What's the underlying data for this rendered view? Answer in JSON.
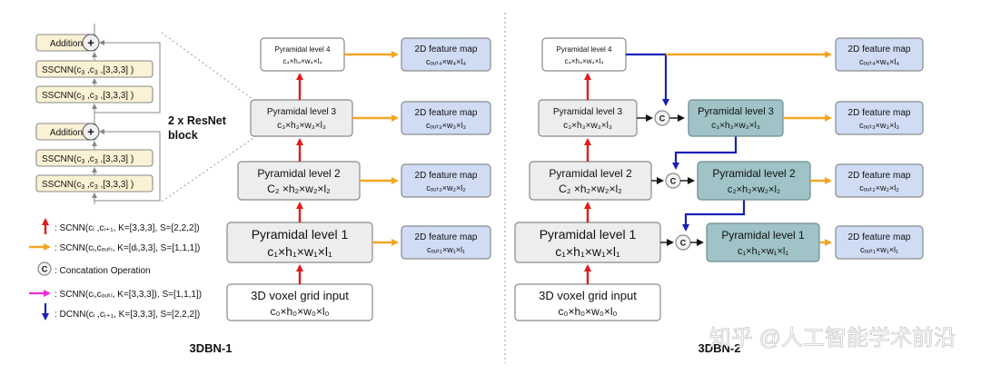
{
  "res_block": {
    "addition": "Addition",
    "sscnn": "SSCNN(c",
    "sub3": "3",
    "comma": " ,c",
    "kernel": " ,[3,3,3] )",
    "label_line1": "2 x ResNet",
    "label_line2": "block"
  },
  "pyramid": {
    "title4": "Pyramidal level 4",
    "title3": "Pyramidal level 3",
    "title2": "Pyramidal level 2",
    "title1": "Pyramidal level 1",
    "dim4": "c₄×h₄×w₄×l₄",
    "dim3": "c₃×h₃×w₃×l₃",
    "dim2": "C₂ ×h₂×w₂×l₂",
    "dim2_teal": "c₂×h₂×w₂×l₂",
    "dim1": "c₁×h₁×w₁×l₁"
  },
  "feature_map": {
    "title": "2D feature map",
    "out4": "cₒᵤₜ₄×w₄×l₄",
    "out3": "cₒᵤₜ₃×w₃×l₃",
    "out2": "cₒᵤₜ₂×w₂×l₂",
    "out1": "cₒᵤₜ₁×w₁×l₁"
  },
  "input": {
    "title": "3D voxel grid input",
    "dim": "c₀×h₀×w₀×l₀"
  },
  "concat_symbol": "C",
  "legend": {
    "red": ": SCNN(cᵢ ,cᵢ₊₁, K=[3,3,3], S=[2,2,2])",
    "orange": ": SCNN(cᵢ,cₒᵤₜᵢ, K=[dᵢ,3,3], S=[1,1,1])",
    "concat": ": Concatation Operation",
    "magenta": ": SCNN(cᵢ,cₒᵤₜᵢ, K=[3,3,3]), S=[1,1,1])",
    "blue": ": DCNN(cᵢ ,cᵢ₊₁, K=[3,3,3], S=[2,2,2])"
  },
  "captions": {
    "left": "3DBN-1",
    "right": "3DBN-2"
  },
  "watermark": "知乎 @人工智能学术前沿",
  "colors": {
    "red_arrow": "#e11b1b",
    "orange_arrow": "#f2a623",
    "blue_arrow": "#1a1fb8",
    "magenta_arrow": "#ee2ad9",
    "feature_box": "#cfdcf4",
    "teal_box": "#9fc3c7",
    "resnet_box": "#fbf1d4"
  }
}
